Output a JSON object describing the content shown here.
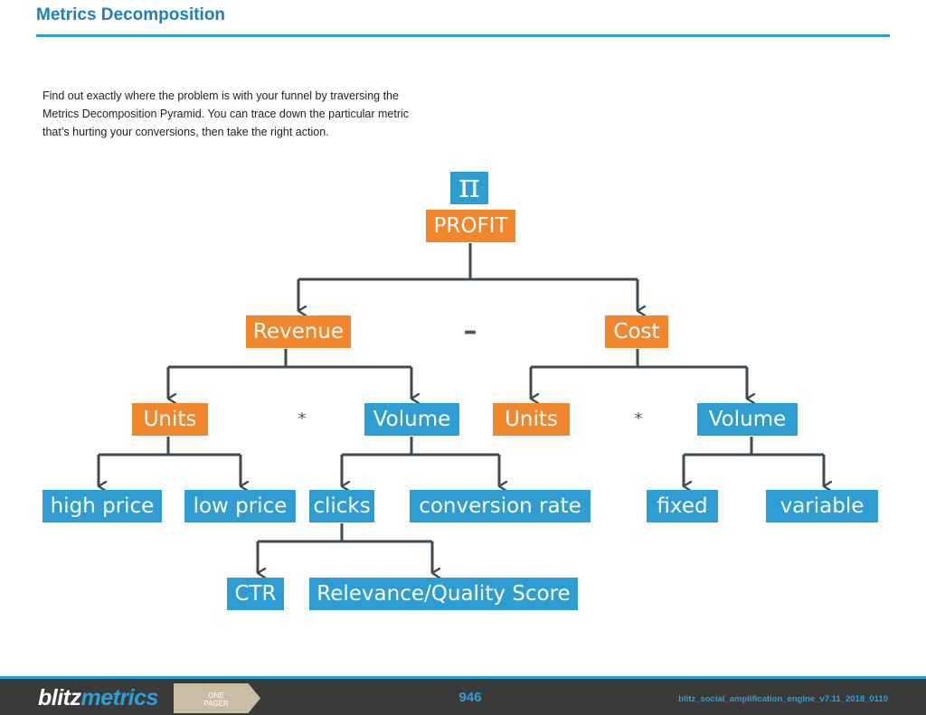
{
  "header": {
    "title": "Metrics Decomposition"
  },
  "intro": {
    "lines": [
      "Find out exactly where the problem is with your funnel by traversing the",
      "Metrics Decomposition Pyramid. You can trace down the particular metric",
      "that’s hurting your conversions, then take the right action."
    ]
  },
  "diagram": {
    "symbol": "π",
    "profit": "PROFIT",
    "operators": {
      "minus": "–",
      "times": "*"
    },
    "revenue": {
      "label": "Revenue",
      "units": {
        "label": "Units",
        "children": [
          "high price",
          "low price"
        ]
      },
      "volume": {
        "label": "Volume",
        "clicks": {
          "label": "clicks",
          "children": [
            "CTR",
            "Relevance/Quality Score"
          ]
        },
        "conversion_rate": "conversion rate"
      }
    },
    "cost": {
      "label": "Cost",
      "units": {
        "label": "Units"
      },
      "volume": {
        "label": "Volume",
        "children": [
          "fixed",
          "variable"
        ]
      }
    },
    "colors": {
      "orange": "#f2862d",
      "blue": "#2d9dd4",
      "connector": "#3f4a52"
    }
  },
  "footer": {
    "logo_part1": "blitz",
    "logo_part2": "metrics",
    "badge_line1": "ONE",
    "badge_line2": "PAGER",
    "page_number": "946",
    "doc_code": "blitz_social_amplification_engine_v7.11_2018_0110"
  }
}
